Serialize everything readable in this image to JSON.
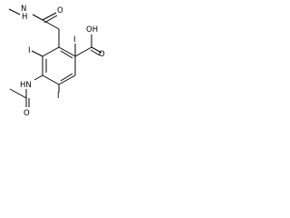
{
  "molecule": {
    "labels": {
      "methyl_amine": "N",
      "methyl_amine_h": "H",
      "amide_oxygen": "O",
      "carboxyl_hydroxyl": "OH",
      "carboxyl_oxygen": "O",
      "iodine_top_right": "I",
      "iodine_left": "I",
      "iodine_bottom_right": "I",
      "acetamide_nh": "HN",
      "acetamide_oxygen": "O"
    }
  }
}
